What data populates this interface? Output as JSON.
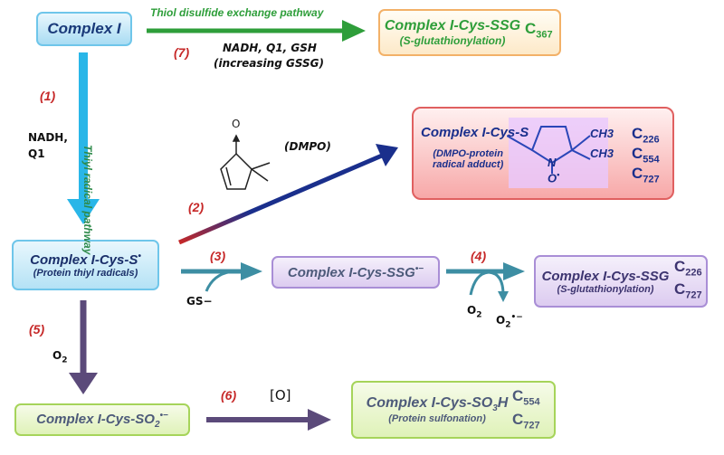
{
  "nodes": {
    "complex1": "Complex I",
    "thiyl": "Complex I-Cys-S",
    "thiyl_sub": "(Protein thiyl radicals)",
    "ssg_green": "Complex I-Cys-SSG",
    "ssg_green_sub": "(S-glutathionylation)",
    "dmpo_adduct": "Complex I-Cys-S",
    "dmpo_adduct_sub1": "(DMPO-protein",
    "dmpo_adduct_sub2": "radical adduct)",
    "ssg_radical": "Complex I-Cys-SSG",
    "ssg_purple": "Complex I-Cys-SSG",
    "ssg_purple_sub": "(S-glutathionylation)",
    "so2": "Complex I-Cys-SO",
    "so3h_a": "Complex I-Cys-SO",
    "so3h_b": "H",
    "so3h_sub": "(Protein sulfonation)"
  },
  "steps": [
    "(1)",
    "(2)",
    "(3)",
    "(4)",
    "(5)",
    "(6)",
    "(7)"
  ],
  "labels": {
    "thiol_pathway": "Thiol disulfide exchange pathway",
    "thiyl_pathway": "Thiyl radical pathway",
    "nadh_q1": "NADH,\nQ1",
    "nadh_q1_gsh": "NADH, Q1, GSH",
    "increasing_gssg": "(increasing GSSG)",
    "dmpo": "(DMPO)",
    "gs_minus": "GS−",
    "o2_a": "O",
    "o2_b": "O",
    "o2_superoxide": "O",
    "oxygen_bracket": "[O]",
    "o_radical": "O",
    "dmpo_ring_o": "O",
    "dmpo_ring_n": "N",
    "ch3": "CH",
    "ch3_sub": "3"
  },
  "cys_numbers": {
    "c367": "367",
    "c226": "226",
    "c554": "554",
    "c727": "727",
    "c_letter": "C"
  },
  "colors": {
    "green": "#2e9e3a",
    "blue_dark": "#1a2f8c",
    "cyan": "#29b6e8",
    "teal": "#3d8ea3",
    "purple": "#5b4a7a",
    "red_text": "#c62828"
  }
}
